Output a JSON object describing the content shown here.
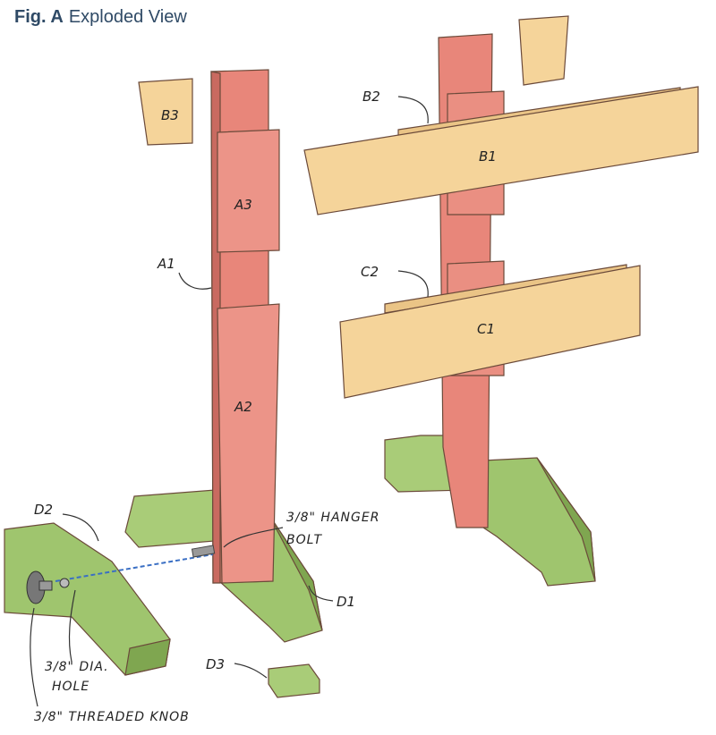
{
  "title": {
    "fig": "Fig. A",
    "text": "Exploded View"
  },
  "labels": {
    "a1": "A1",
    "a2": "A2",
    "a3": "A3",
    "b1": "B1",
    "b2": "B2",
    "b3": "B3",
    "c1": "C1",
    "c2": "C2",
    "d1": "D1",
    "d2": "D2",
    "d3": "D3"
  },
  "callouts": {
    "hanger_bolt": [
      "3/8\" HANGER",
      "BOLT"
    ],
    "dia_hole": [
      "3/8\" DIA.",
      "HOLE"
    ],
    "threaded_knob": "3/8\" THREADED KNOB"
  },
  "colors": {
    "title": "#2f4a66",
    "post": "#e8867a",
    "board": "#f5d49a",
    "base": "#9fc56e",
    "dowel_line": "#3a6fc4"
  }
}
